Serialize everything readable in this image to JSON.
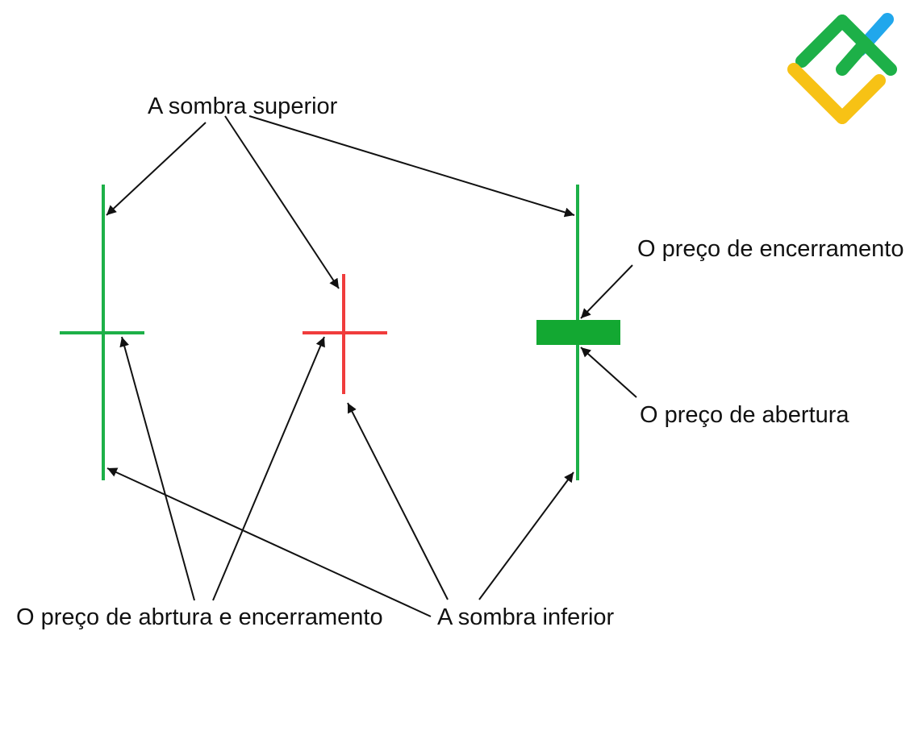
{
  "labels": {
    "upper_shadow": "A sombra superior",
    "closing_price": "O preço de encerramento",
    "opening_price": "O preço de abertura",
    "open_close_price": "O preço de abrtura e encerramento",
    "lower_shadow": "A sombra inferior"
  },
  "candles": [
    {
      "name": "green-doji",
      "color": "#1db048"
    },
    {
      "name": "red-doji",
      "color": "#f03c3c"
    },
    {
      "name": "green-candle",
      "color": "#1db048",
      "body_color": "#13a832"
    }
  ],
  "logo": {
    "icon": "brand-logo-icon",
    "colors": {
      "green": "#1db048",
      "blue": "#21a7ec",
      "yellow": "#f7c215"
    }
  },
  "colors": {
    "arrow": "#111111",
    "background": "#ffffff"
  }
}
